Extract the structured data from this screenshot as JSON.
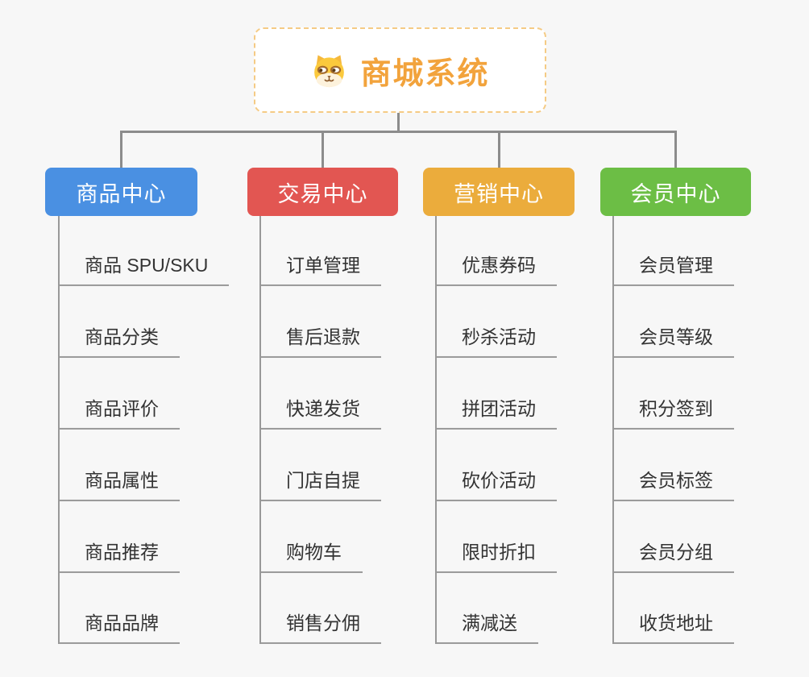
{
  "canvas": {
    "background": "#F7F7F7"
  },
  "root": {
    "title": "商城系统",
    "icon": "dog-face-icon",
    "title_color": "#F2A33C",
    "border_color": "#F5CB85"
  },
  "connectors": {
    "color": "#8C8C8C"
  },
  "leaf_style": {
    "line_color": "#999999",
    "text_color": "#333333"
  },
  "branches": [
    {
      "label": "商品中心",
      "color": "#4A90E2",
      "items": [
        "商品 SPU/SKU",
        "商品分类",
        "商品评价",
        "商品属性",
        "商品推荐",
        "商品品牌"
      ]
    },
    {
      "label": "交易中心",
      "color": "#E25652",
      "items": [
        "订单管理",
        "售后退款",
        "快递发货",
        "门店自提",
        "购物车",
        "销售分佣"
      ]
    },
    {
      "label": "营销中心",
      "color": "#EBAC3C",
      "items": [
        "优惠券码",
        "秒杀活动",
        "拼团活动",
        "砍价活动",
        "限时折扣",
        "满减送"
      ]
    },
    {
      "label": "会员中心",
      "color": "#6CBE45",
      "items": [
        "会员管理",
        "会员等级",
        "积分签到",
        "会员标签",
        "会员分组",
        "收货地址"
      ]
    }
  ]
}
